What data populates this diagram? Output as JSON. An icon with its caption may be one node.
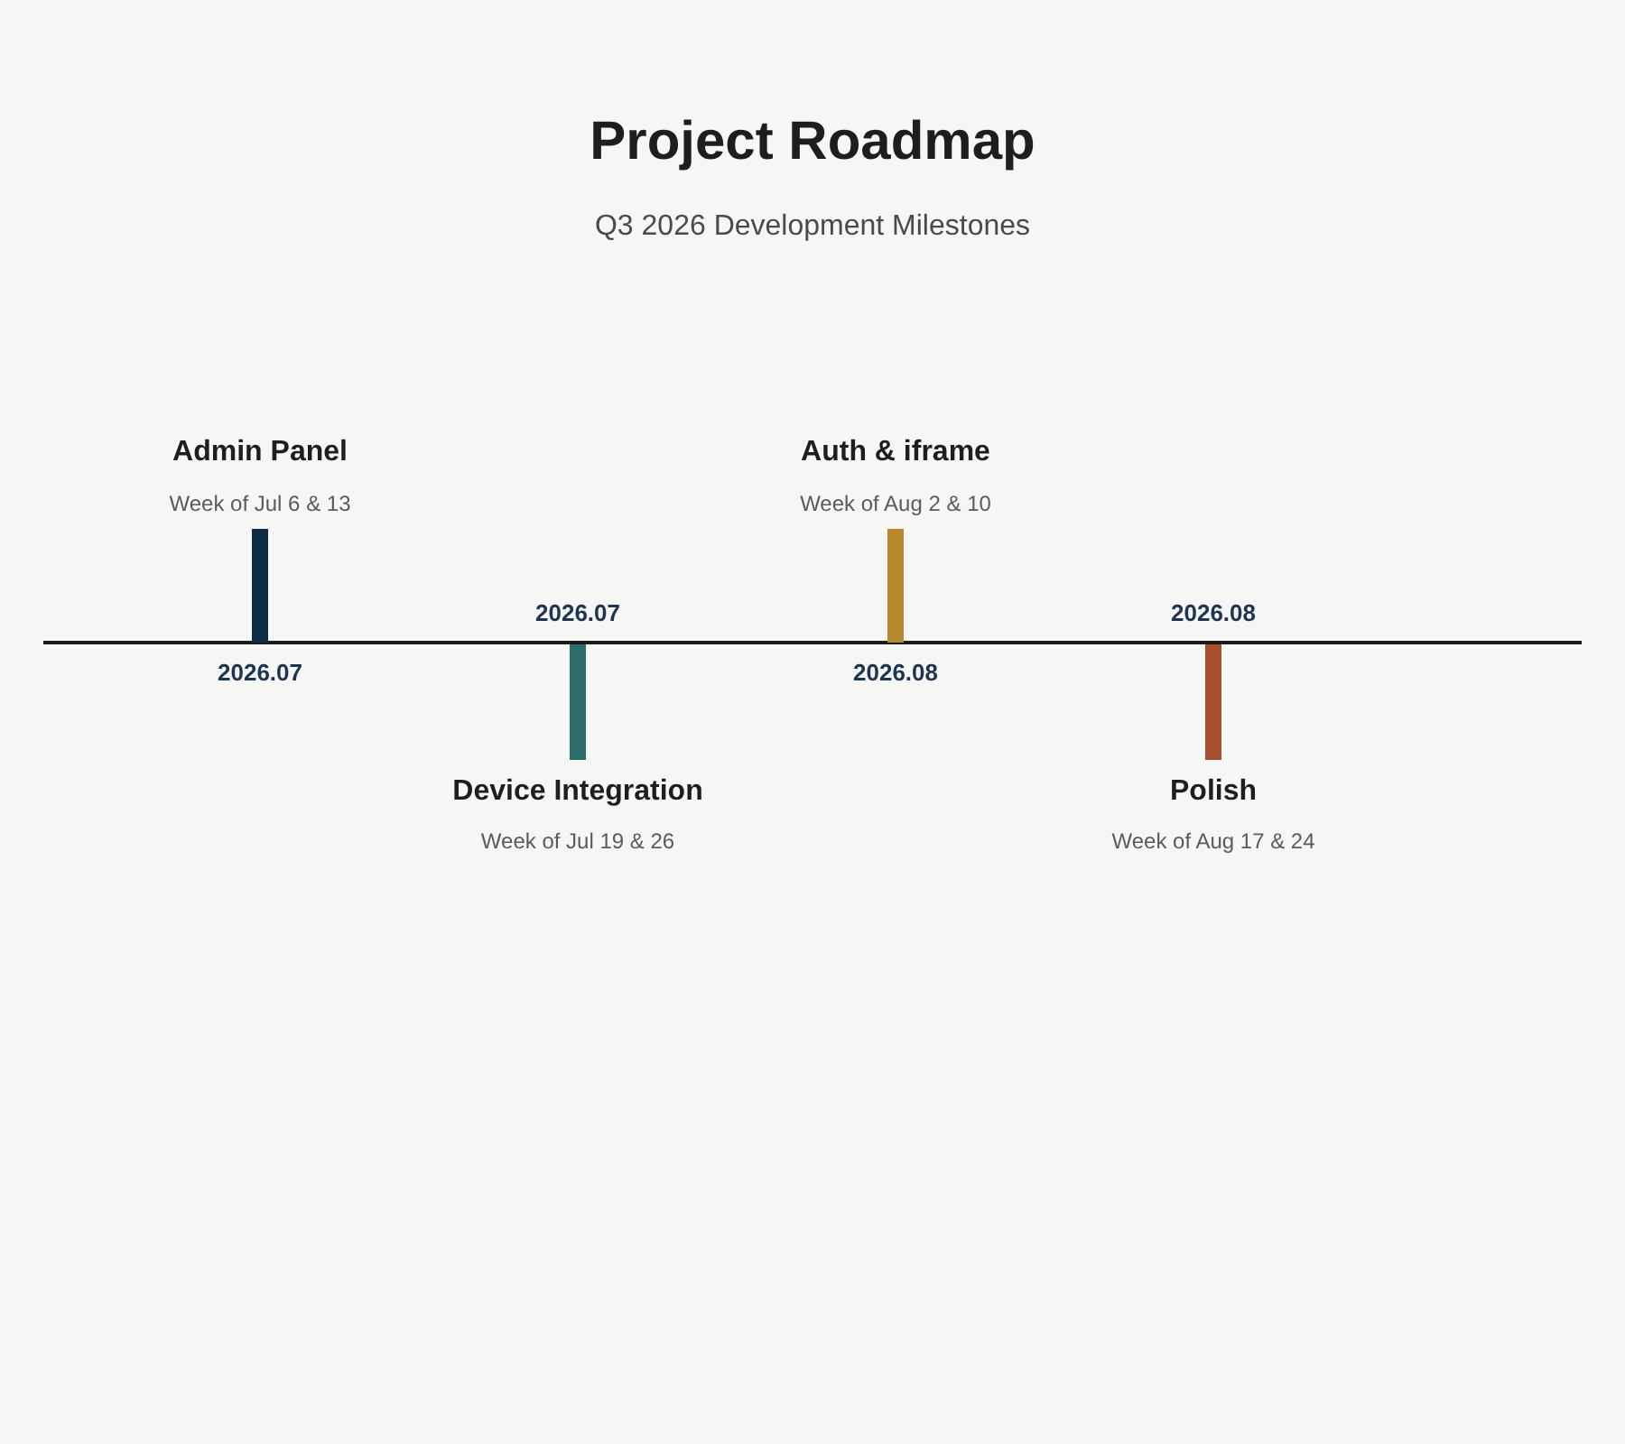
{
  "diagram": {
    "title": "Project Roadmap",
    "nodes": [
      {
        "text": [
          "Admin Panel",
          "Week of Jul 6 & 13"
        ],
        "beside": [
          "2026.07"
        ]
      },
      {
        "text": [
          "Device Integration",
          "Week of Jul 19 & 26"
        ],
        "beside": [
          "2026.07"
        ]
      },
      {
        "text": [
          "Auth & iframe",
          "Week of Aug 2 & 10"
        ],
        "beside": [
          "2026.08"
        ]
      },
      {
        "text": [
          "Polish",
          "Week of Aug 17 & 24"
        ],
        "beside": [
          "2026.08"
        ]
      }
    ],
    "labels": [
      "Q3 2026 Development Milestones"
    ]
  }
}
